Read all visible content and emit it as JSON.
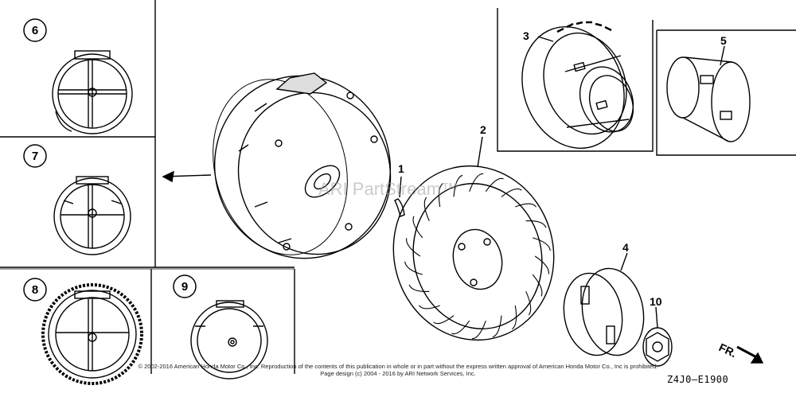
{
  "diagram": {
    "callouts": [
      {
        "id": "c1",
        "label": "1"
      },
      {
        "id": "c2",
        "label": "2"
      },
      {
        "id": "c3",
        "label": "3"
      },
      {
        "id": "c4",
        "label": "4"
      },
      {
        "id": "c5",
        "label": "5"
      },
      {
        "id": "c10",
        "label": "10"
      }
    ],
    "variants": [
      {
        "id": "v6",
        "label": "6"
      },
      {
        "id": "v7",
        "label": "7"
      },
      {
        "id": "v8",
        "label": "8"
      },
      {
        "id": "v9",
        "label": "9"
      }
    ],
    "direction_label": "FR.",
    "diagram_code": "Z4J0—E1900",
    "watermark": "ARI PartStream™",
    "copyright_line1": "© 2002-2016 American Honda Motor Co., Inc. Reproduction of the contents of this publication in whole or in part without the express written approval of American Honda Motor Co., Inc is prohibited.",
    "copyright_line2": "Page design (c) 2004 - 2016 by ARI Network Services, Inc."
  }
}
